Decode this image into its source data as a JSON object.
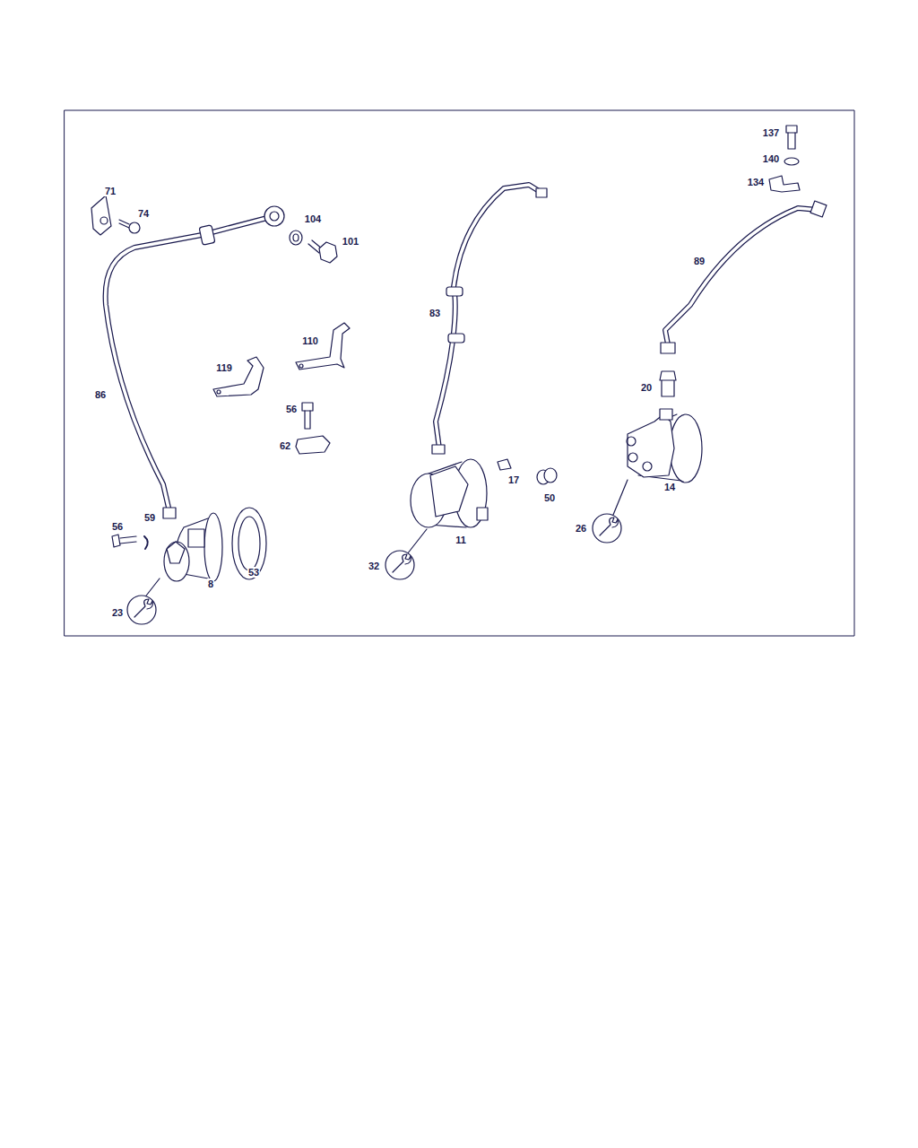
{
  "diagram": {
    "labels": [
      "71",
      "74",
      "104",
      "101",
      "86",
      "110",
      "119",
      "56",
      "62",
      "56",
      "59",
      "53",
      "8",
      "23",
      "83",
      "17",
      "50",
      "11",
      "32",
      "137",
      "140",
      "134",
      "89",
      "20",
      "14",
      "26"
    ]
  }
}
